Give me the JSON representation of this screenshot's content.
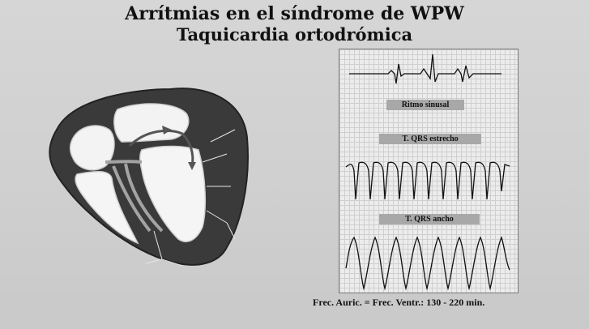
{
  "title": "Arrítmias en el síndrome de WPW",
  "subtitle": "Taquicardia ortodrómica",
  "ecg_panel": {
    "labels": {
      "sinus": "Ritmo sinusal",
      "narrow": "T. QRS estrecho",
      "wide": "T. QRS ancho"
    }
  },
  "footer_note": "Frec. Auric. = Frec. Ventr.: 130 - 220 min."
}
